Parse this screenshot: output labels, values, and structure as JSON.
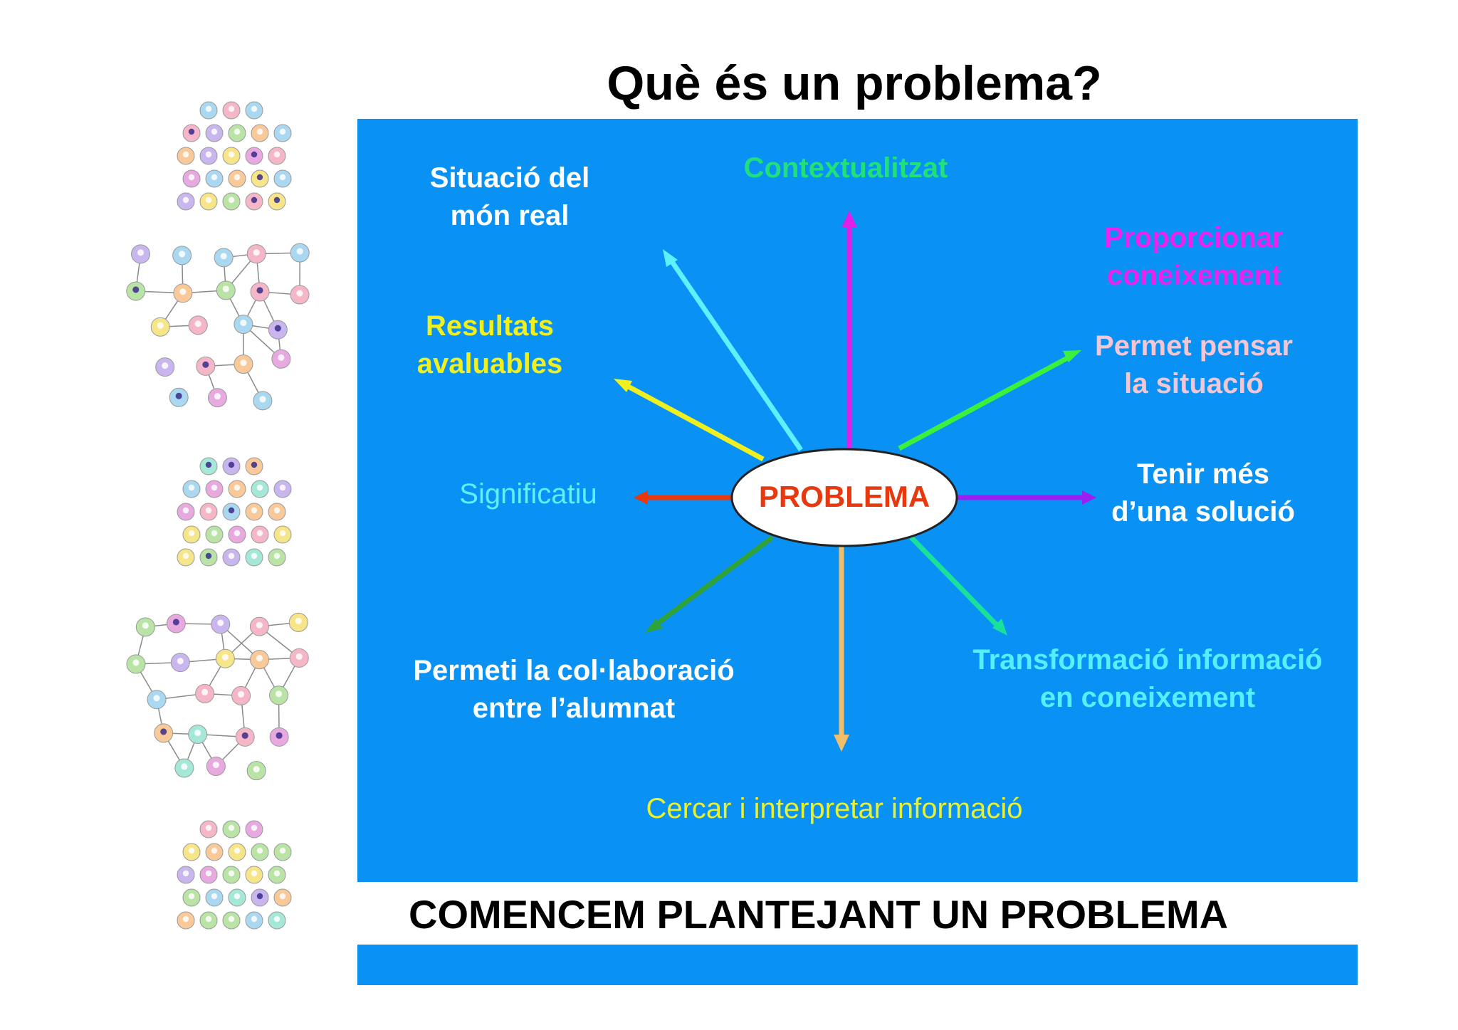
{
  "title": "Què és un problema?",
  "center": "PROBLEMA",
  "labels": {
    "situacio": [
      "Situació del",
      "món real"
    ],
    "contextualitzat": "Contextualitzat",
    "proporcionar": [
      "Proporcionar",
      "coneixement"
    ],
    "resultats": [
      "Resultats",
      "avaluables"
    ],
    "permet_pensar": [
      "Permet pensar",
      "la situació"
    ],
    "significatiu": "Significatiu",
    "tenir": [
      "Tenir més",
      "d’una solució"
    ],
    "permeti": [
      "Permeti la col·laboració",
      "entre l’alumnat"
    ],
    "transformacio": [
      "Transformació informació",
      "en coneixement"
    ],
    "cercar": "Cercar i interpretar informació"
  },
  "footer": "COMENCEM PLANTEJANT UN PROBLEMA",
  "colors": {
    "panel": "#0a91f4",
    "white_label": "#ffffff",
    "contextualitzat": "#1fe07a",
    "proporcionar": "#ee22ee",
    "resultats": "#f0f020",
    "permet_pensar": "#f3c6d6",
    "significatiu": "#5ff0ff",
    "transformacio": "#55f0ff",
    "cercar": "#e8f030",
    "center_text": "#e8380d"
  },
  "icons": [
    "student-network-icon"
  ]
}
